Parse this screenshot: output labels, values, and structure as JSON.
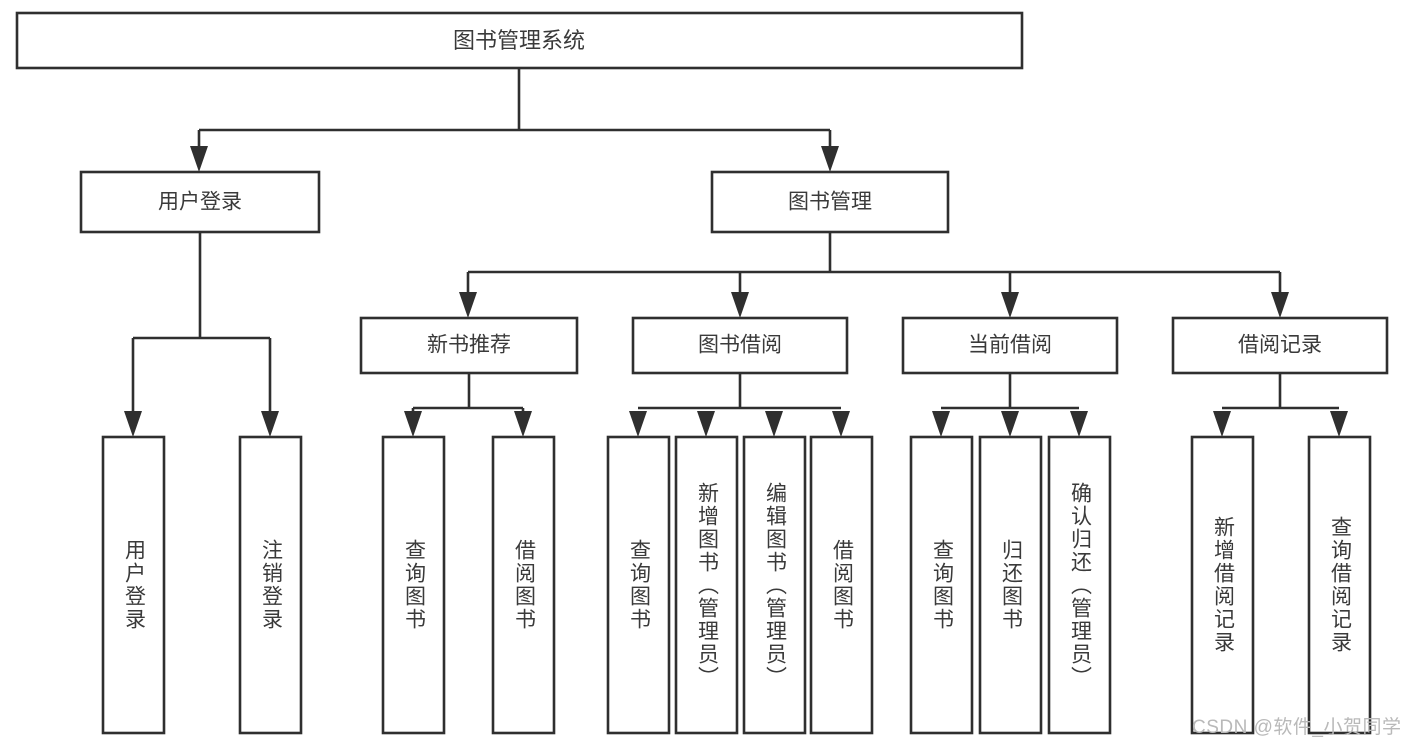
{
  "diagram": {
    "type": "hierarchy-tree",
    "title": "图书管理系统",
    "orientation": "top-down",
    "colors": {
      "stroke": "#2f2f2f",
      "box_fill": "#ffffff",
      "text": "#3a3a3a",
      "background": "#ffffff",
      "watermark": "#b9b9b9"
    },
    "root": {
      "label": "图书管理系统"
    },
    "level1": [
      {
        "label": "用户登录"
      },
      {
        "label": "图书管理"
      }
    ],
    "level2": [
      {
        "label": "新书推荐"
      },
      {
        "label": "图书借阅"
      },
      {
        "label": "当前借阅"
      },
      {
        "label": "借阅记录"
      }
    ],
    "leaves": {
      "user_login": [
        {
          "label": "用户登录"
        },
        {
          "label": "注销登录"
        }
      ],
      "new_book_recommend": [
        {
          "label": "查询图书"
        },
        {
          "label": "借阅图书"
        }
      ],
      "book_borrow": [
        {
          "label": "查询图书"
        },
        {
          "label": "新增图书（管理员）"
        },
        {
          "label": "编辑图书（管理员）"
        },
        {
          "label": "借阅图书"
        }
      ],
      "current_borrow": [
        {
          "label": "查询图书"
        },
        {
          "label": "归还图书"
        },
        {
          "label": "确认归还（管理员）"
        }
      ],
      "borrow_record": [
        {
          "label": "新增借阅记录"
        },
        {
          "label": "查询借阅记录"
        }
      ]
    },
    "watermark": "CSDN @软件_小贺同学"
  }
}
